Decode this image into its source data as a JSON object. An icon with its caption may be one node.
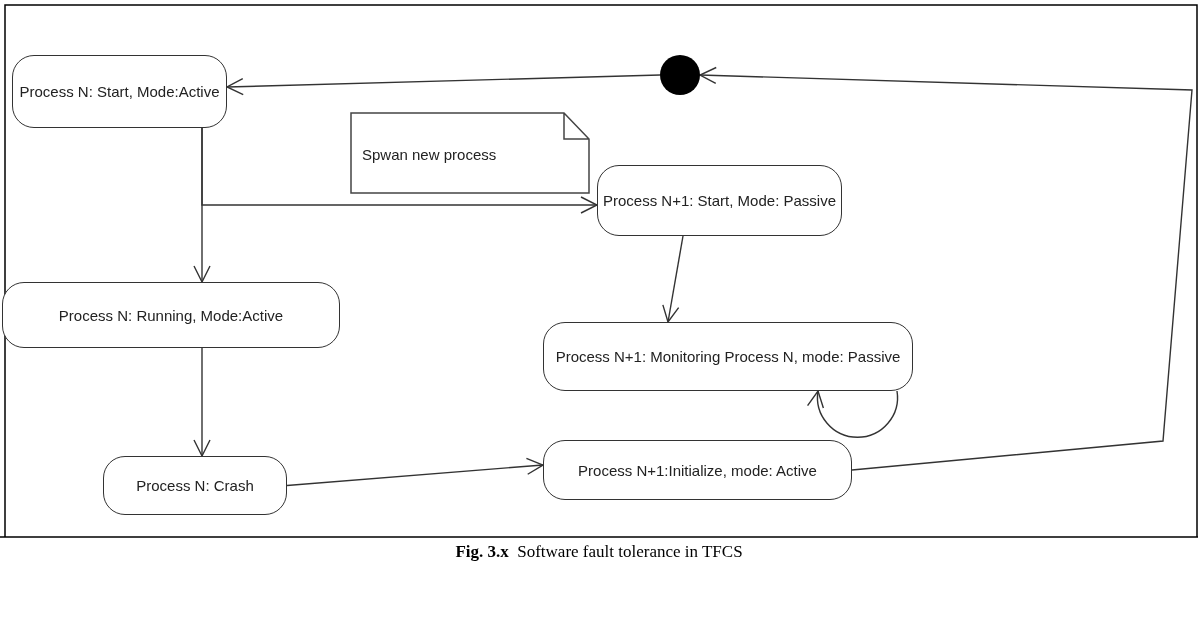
{
  "diagram": {
    "caption": "**Fig. 3.x**  Software fault tolerance in TFCS",
    "nodes": [
      {
        "text": [
          "Process N: Start, Mode:Active"
        ]
      },
      {
        "text": [],
        "shape": "circle"
      },
      {
        "text": [
          "Spwan new process"
        ]
      },
      {
        "text": [
          "Process N+1: Start, Mode: Passive"
        ]
      },
      {
        "text": [
          "Process N: Running, Mode:Active"
        ]
      },
      {
        "text": [
          "Process N+1: Monitoring Process N, mode: Passive"
        ]
      },
      {
        "text": [
          "Process N: Crash"
        ]
      },
      {
        "text": [
          "Process N+1:Initialize, mode: Active"
        ]
      }
    ],
    "edges": [
      {
        "from": 1,
        "to": 0,
        "arrow": "to"
      },
      {
        "from": 7,
        "to": 1,
        "arrow": "to"
      },
      {
        "from": 0,
        "to": 4,
        "arrow": "to"
      },
      {
        "from": 0,
        "to": 3,
        "arrow": "to"
      },
      {
        "from": 3,
        "to": 5,
        "arrow": "to"
      },
      {
        "from": 5,
        "to": 5,
        "arrow": "to"
      },
      {
        "from": 4,
        "to": 6,
        "arrow": "to"
      },
      {
        "from": 6,
        "to": 7,
        "arrow": "to"
      }
    ]
  }
}
